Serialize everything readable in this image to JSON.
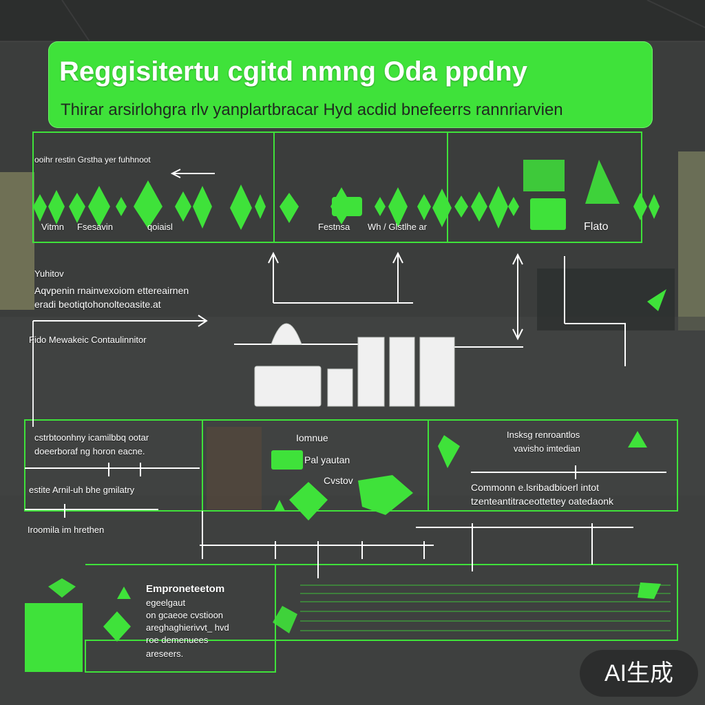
{
  "header": {
    "title": "Reggisitertu cgitd nmng Oda ppdny",
    "subtitle": "Thirar arsirlohgra rlv yanplartbracar Hyd acdid bnefeerrs rannriarvien"
  },
  "top_panel": {
    "caption": "ooihr restin Grstha yer fuhhnoot",
    "labels": [
      "Vitmn",
      "Fsesavin",
      "qoiaisl",
      "Festnsa",
      "Wh / Glstlhe ar",
      "Flato"
    ]
  },
  "middle_left": {
    "heading": "Yuhitov",
    "line1": "Aqvpenin rnainvexoiom ettereairnen",
    "line2": "eradi beotiqtohonolteoasite.at",
    "line3": "Fido Mewakeic Contaulinnitor"
  },
  "lower_left": {
    "text1": "cstrbtoonhny icamilbbq ootar",
    "text2": "doeerboraf ng horon eacne.",
    "text3": "estite Arnil-uh bhe gmilatry",
    "text4": "Iroomila im hrethen"
  },
  "lower_center": {
    "label1": "Iomnue",
    "label2": "Pal yautan",
    "label3": "Cvstov"
  },
  "lower_right": {
    "text1": "Insksg renroantlos",
    "text2": "vavisho imtedian",
    "text3": "Commonn e.lsribadbioerl intot",
    "text4": "tzenteantitraceottettey oatedaonk"
  },
  "bottom_panel": {
    "heading": "Emproneteetom",
    "lines": [
      "egeelgaut",
      "on gcaeoe cvstioon",
      "areghaghierivvt_ hvd",
      "roe demenuees",
      "areseers."
    ]
  },
  "watermark": "AI生成",
  "colors": {
    "accent": "#3fe23a",
    "accent_dark": "#22b820",
    "line": "#ffffff",
    "background": "#3a3c3b"
  }
}
